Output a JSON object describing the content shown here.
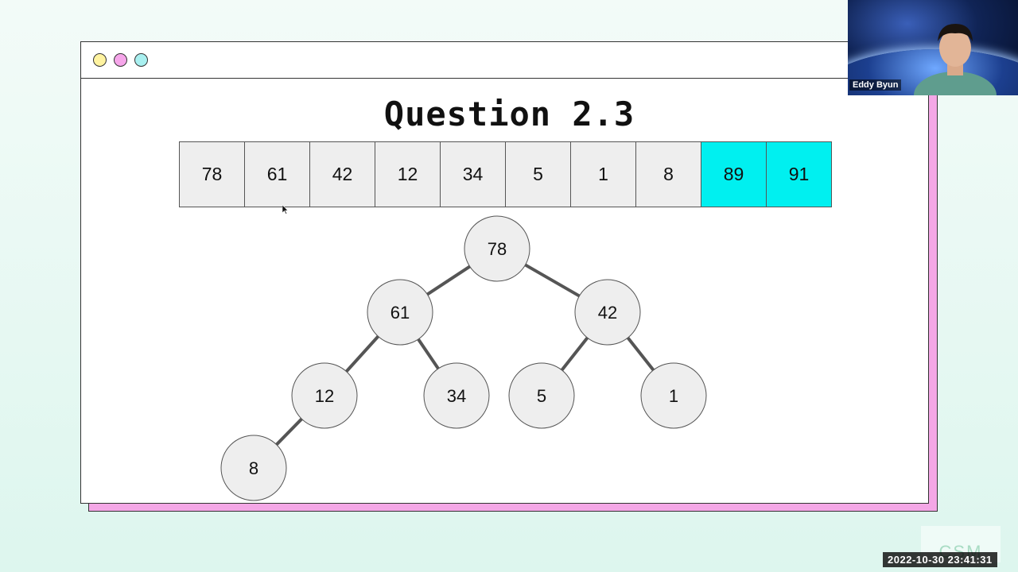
{
  "slide": {
    "title": "Question 2.3",
    "window_dots": [
      {
        "name": "yellow",
        "color": "#fff3a0"
      },
      {
        "name": "pink",
        "color": "#f6a6ea"
      },
      {
        "name": "cyan",
        "color": "#a9f0f0"
      }
    ],
    "array": [
      {
        "value": "78",
        "sorted": false
      },
      {
        "value": "61",
        "sorted": false
      },
      {
        "value": "42",
        "sorted": false
      },
      {
        "value": "12",
        "sorted": false
      },
      {
        "value": "34",
        "sorted": false
      },
      {
        "value": "5",
        "sorted": false
      },
      {
        "value": "1",
        "sorted": false
      },
      {
        "value": "8",
        "sorted": false
      },
      {
        "value": "89",
        "sorted": true
      },
      {
        "value": "91",
        "sorted": true
      }
    ],
    "tree_nodes": [
      "78",
      "61",
      "42",
      "12",
      "34",
      "5",
      "1",
      "8"
    ],
    "tree_edges": [
      [
        0,
        1
      ],
      [
        0,
        2
      ],
      [
        1,
        3
      ],
      [
        1,
        4
      ],
      [
        2,
        5
      ],
      [
        2,
        6
      ],
      [
        3,
        7
      ]
    ]
  },
  "colors": {
    "sorted_cell": "#00f0f0",
    "unsorted_cell": "#eeeeee",
    "node_fill": "#eeeeee",
    "edge": "#555555",
    "slide_shadow": "#f4a7e6"
  },
  "webcam": {
    "participant_name": "Eddy Byun"
  },
  "logo": {
    "text": "CSM"
  },
  "timestamp": "2022-10-30  23:41:31"
}
